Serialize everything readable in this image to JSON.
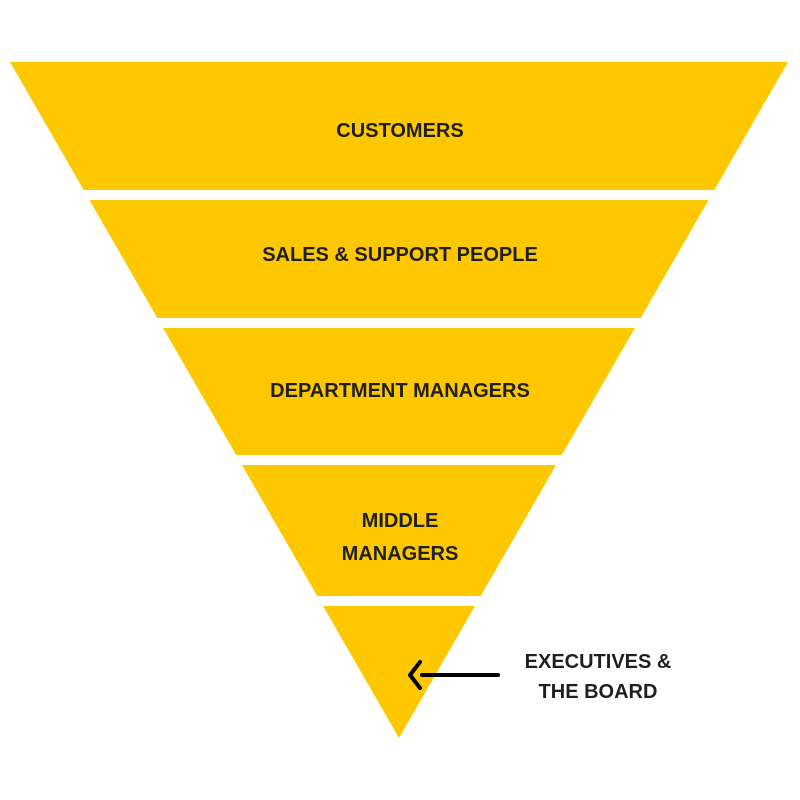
{
  "diagram": {
    "fill_color": "#FDC800",
    "text_color": "#1F1F1F",
    "arrow_color": "#000000",
    "tiers": [
      {
        "lines": [
          "CUSTOMERS"
        ]
      },
      {
        "lines": [
          "SALES & SUPPORT PEOPLE"
        ]
      },
      {
        "lines": [
          "DEPARTMENT MANAGERS"
        ]
      },
      {
        "lines": [
          "MIDDLE",
          "MANAGERS"
        ]
      },
      {
        "lines": []
      }
    ],
    "callout": {
      "lines": [
        "EXECUTIVES &",
        "THE BOARD"
      ],
      "icon": "arrow-left-icon",
      "points_to_tier": 4
    }
  }
}
